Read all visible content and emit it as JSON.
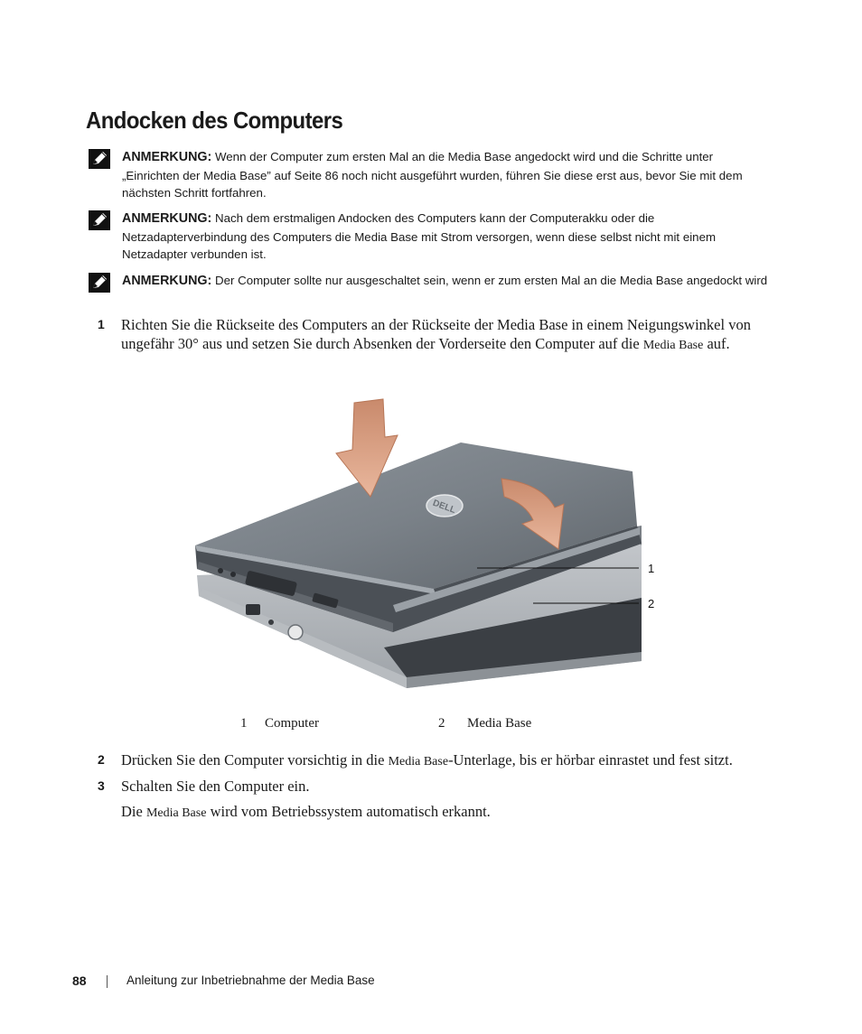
{
  "heading": "Andocken des Computers",
  "notes": [
    {
      "label": "ANMERKUNG:",
      "text": " Wenn der Computer zum ersten Mal an die Media Base angedockt wird und die Schritte unter „Einrichten der Media Base” auf Seite 86 noch nicht ausgeführt wurden, führen Sie diese erst aus, bevor Sie mit dem nächsten Schritt fortfahren."
    },
    {
      "label": "ANMERKUNG:",
      "text": " Nach dem erstmaligen Andocken des Computers kann der Computerakku oder die Netzadapterverbindung des Computers die Media Base mit Strom versorgen, wenn diese selbst nicht mit einem Netzadapter verbunden ist."
    },
    {
      "label": "ANMERKUNG:",
      "text": " Der Computer sollte nur ausgeschaltet sein, wenn er zum ersten Mal an die Media Base angedockt wird"
    }
  ],
  "steps": [
    {
      "num": "1",
      "text_a": "Richten Sie die Rückseite des Computers an der Rückseite der Media Base in einem Neigungswinkel von ungefähr 30° aus und setzen Sie durch Absenken der Vorderseite den Computer auf die ",
      "text_sc": "Media Base",
      "text_b": " auf."
    },
    {
      "num": "2",
      "text_a": "Drücken Sie den Computer vorsichtig in die ",
      "text_sc": "Media Base",
      "text_b": "-Unterlage, bis er hörbar einrastet und fest sitzt."
    },
    {
      "num": "3",
      "text": "Schalten Sie den Computer ein."
    }
  ],
  "step3_followup": {
    "text_a": "Die ",
    "text_sc": "Media Base",
    "text_b": " wird vom Betriebssystem automatisch erkannt."
  },
  "figure": {
    "callouts": [
      "1",
      "2"
    ],
    "logo_text": "DELL"
  },
  "captions": [
    {
      "num": "1",
      "label": "Computer"
    },
    {
      "num": "2",
      "label": "Media Base"
    }
  ],
  "footer": {
    "page_number": "88",
    "title": "Anleitung zur Inbetriebnahme der Media Base"
  }
}
